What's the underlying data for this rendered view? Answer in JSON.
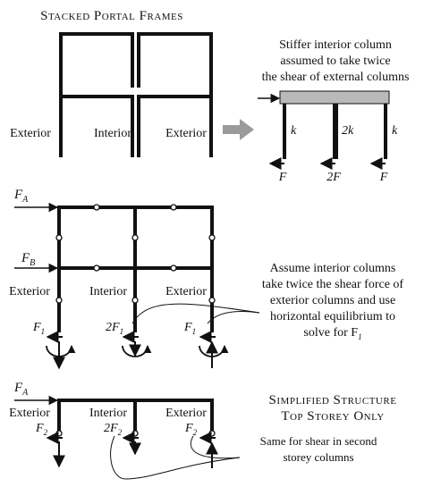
{
  "title": "Stacked Portal Frames",
  "panel1": {
    "left_label": "Exterior",
    "mid_label": "Interior",
    "right_label": "Exterior"
  },
  "note_top": {
    "line1": "Stiffer interior column",
    "line2": "assumed to take twice",
    "line3": "the shear of external columns"
  },
  "beam_model": {
    "k_left": "k",
    "k_mid": "2k",
    "k_right": "k",
    "f_left": "F",
    "f_mid": "2F",
    "f_right": "F"
  },
  "frame2": {
    "fa": "F",
    "fa_sub": "A",
    "fb": "F",
    "fb_sub": "B",
    "ext_left": "Exterior",
    "interior": "Interior",
    "ext_right": "Exterior",
    "f1_left": "F",
    "f1_left_sub": "1",
    "f1_mid_pre": "2F",
    "f1_mid_sub": "1",
    "f1_right": "F",
    "f1_right_sub": "1"
  },
  "note_mid": {
    "line1": "Assume interior columns",
    "line2": "take twice the shear force of",
    "line3": "exterior columns and use",
    "line4": "horizontal equilibrium to",
    "line5": "solve for F",
    "line5_sub": "1"
  },
  "frame3": {
    "fa": "F",
    "fa_sub": "A",
    "ext_left": "Exterior",
    "interior": "Interior",
    "ext_right": "Exterior",
    "f2_left": "F",
    "f2_left_sub": "2",
    "f2_mid_pre": "2F",
    "f2_mid_sub": "2",
    "f2_right": "F",
    "f2_right_sub": "2"
  },
  "simplified": {
    "line1": "Simplified Structure",
    "line2": "Top Storey Only"
  },
  "note_bottom": {
    "line1": "Same for shear in second",
    "line2": "storey columns"
  },
  "colors": {
    "ink": "#111111",
    "beam_fill": "#b9b9b9",
    "arrow_gray": "#9a9a9a"
  }
}
